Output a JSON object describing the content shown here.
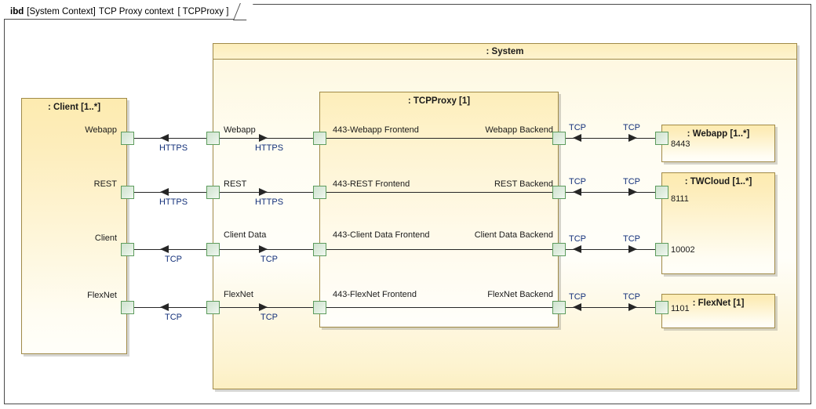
{
  "diagram": {
    "frame_tab": {
      "keyword": "ibd",
      "context": "[System Context]",
      "name": "TCP Proxy context",
      "type": "[ TCPProxy ]"
    },
    "colors": {
      "block_fill_top": "#fdebb0",
      "block_border": "#a08a48",
      "port_border": "#5d9c5d",
      "port_fill": "#dcebdc",
      "connector": "#262626",
      "connector_label": "#13307a",
      "frame_border": "#4a4a4a"
    }
  },
  "blocks": {
    "client": {
      "title": ": Client [1..*]",
      "ports": [
        {
          "label": "Webapp"
        },
        {
          "label": "REST"
        },
        {
          "label": "Client"
        },
        {
          "label": "FlexNet"
        }
      ]
    },
    "system": {
      "title": ": System",
      "ports": [
        {
          "label": "Webapp"
        },
        {
          "label": "REST"
        },
        {
          "label": "Client Data"
        },
        {
          "label": "FlexNet"
        }
      ]
    },
    "tcpproxy": {
      "title": ": TCPProxy [1]",
      "frontend_ports": [
        {
          "label": "443-Webapp Frontend"
        },
        {
          "label": "443-REST Frontend"
        },
        {
          "label": "443-Client Data Frontend"
        },
        {
          "label": "443-FlexNet Frontend"
        }
      ],
      "backend_ports": [
        {
          "label": "Webapp Backend"
        },
        {
          "label": "REST Backend"
        },
        {
          "label": "Client Data Backend"
        },
        {
          "label": "FlexNet Backend"
        }
      ]
    },
    "system_right_ports": [
      {
        "label": "TCP"
      },
      {
        "label": "TCP"
      },
      {
        "label": "TCP"
      },
      {
        "label": "TCP"
      }
    ],
    "webapp": {
      "title": ": Webapp [1..*]",
      "ports": [
        {
          "label": "8443"
        }
      ]
    },
    "twcloud": {
      "title": ": TWCloud [1..*]",
      "ports": [
        {
          "label": "8111"
        },
        {
          "label": "10002"
        }
      ]
    },
    "flexnet": {
      "title": ": FlexNet [1]",
      "ports": [
        {
          "label": "1101"
        }
      ]
    }
  },
  "connectors": {
    "client_to_system": [
      {
        "label": "HTTPS",
        "direction": "left"
      },
      {
        "label": "HTTPS",
        "direction": "left"
      },
      {
        "label": "TCP",
        "direction": "left"
      },
      {
        "label": "TCP",
        "direction": "left"
      }
    ],
    "system_to_proxy": [
      {
        "label": "HTTPS",
        "direction": "right"
      },
      {
        "label": "HTTPS",
        "direction": "right"
      },
      {
        "label": "TCP",
        "direction": "right"
      },
      {
        "label": "TCP",
        "direction": "right"
      }
    ],
    "proxy_to_systemedge": [
      {
        "label": "TCP",
        "direction": "left"
      },
      {
        "label": "TCP",
        "direction": "left"
      },
      {
        "label": "TCP",
        "direction": "left"
      },
      {
        "label": "TCP",
        "direction": "left"
      }
    ],
    "systemedge_to_target": [
      {
        "label": "TCP",
        "direction": "right"
      },
      {
        "label": "TCP",
        "direction": "right"
      },
      {
        "label": "TCP",
        "direction": "right"
      },
      {
        "label": "TCP",
        "direction": "right"
      }
    ]
  }
}
